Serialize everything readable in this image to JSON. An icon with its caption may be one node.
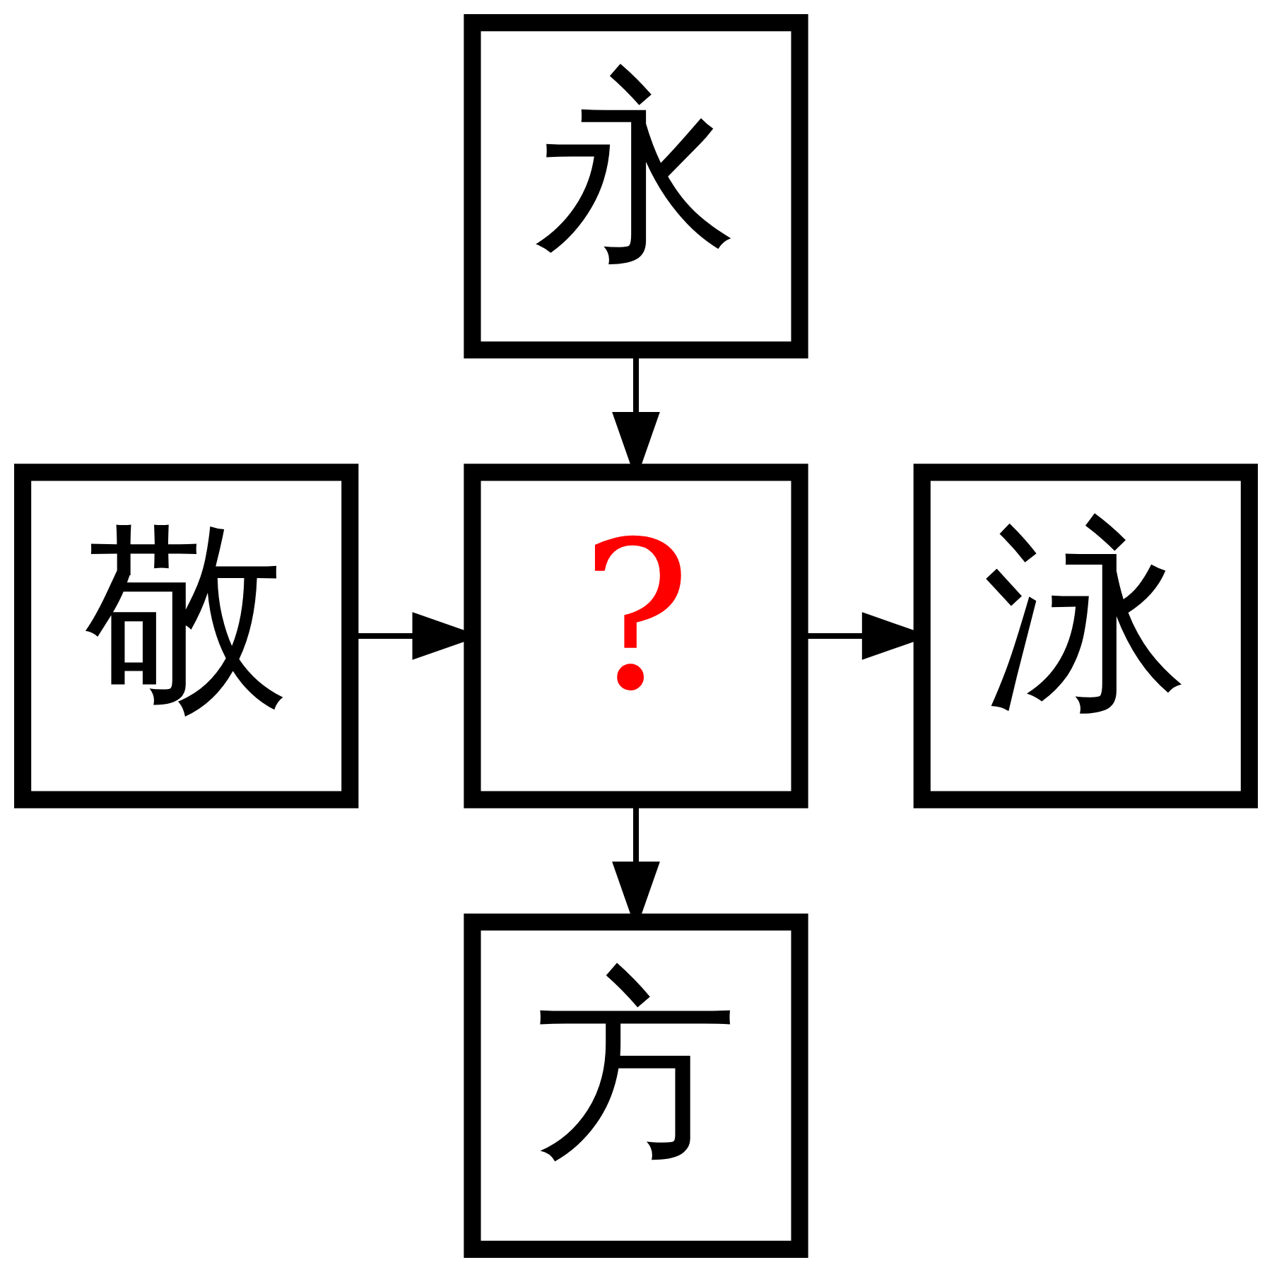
{
  "diagram": {
    "nodes": [
      {
        "text": [
          "永"
        ]
      },
      {
        "text": [
          "敬"
        ]
      },
      {
        "text": [
          "?"
        ]
      },
      {
        "text": [
          "泳"
        ]
      },
      {
        "text": [
          "方"
        ]
      }
    ],
    "edges": [
      {
        "from": 0,
        "to": 2,
        "arrow": "to"
      },
      {
        "from": 1,
        "to": 2,
        "arrow": "to"
      },
      {
        "from": 2,
        "to": 3,
        "arrow": "to"
      },
      {
        "from": 2,
        "to": 4,
        "arrow": "to"
      }
    ]
  }
}
